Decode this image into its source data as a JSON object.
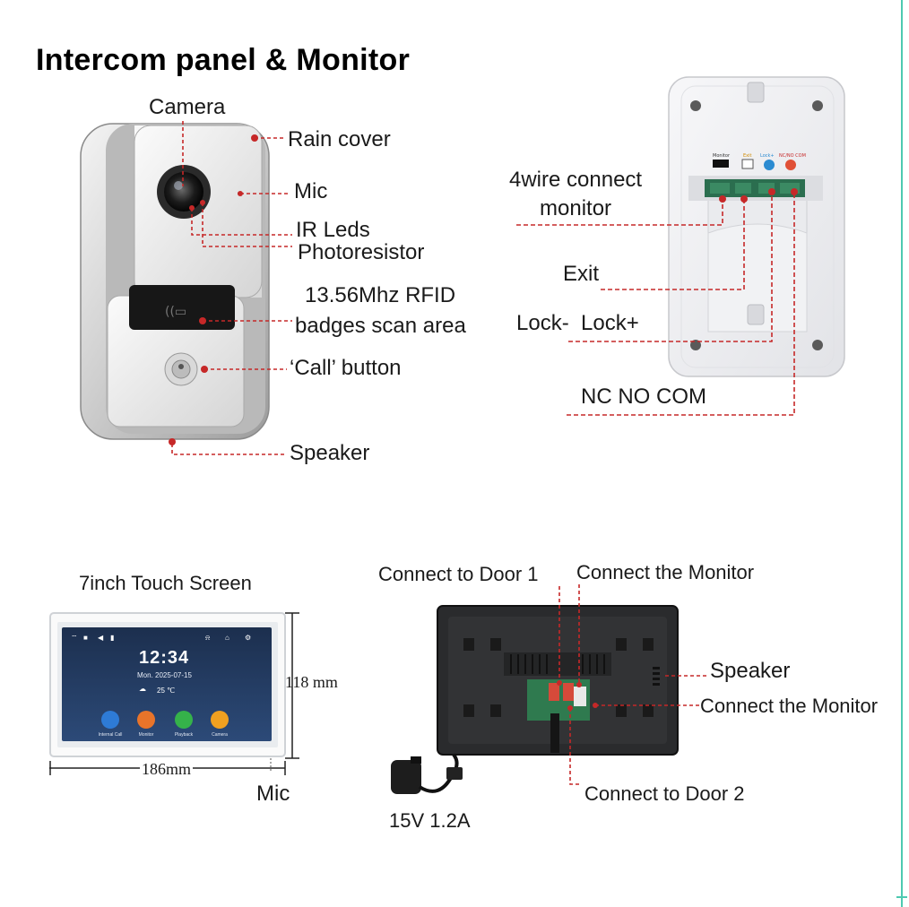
{
  "title": "Intercom panel & Monitor",
  "panel_labels": {
    "camera": "Camera",
    "rain_cover": "Rain cover",
    "mic": "Mic",
    "ir_leds": "IR Leds",
    "photoresistor": "Photoresistor",
    "rfid_line1": "13.56Mhz RFID",
    "rfid_line2": "badges scan area",
    "call_button": "‘Call’ button",
    "speaker": "Speaker"
  },
  "back_labels": {
    "connect_line1": "4wire connect",
    "connect_line2": "monitor",
    "exit": "Exit",
    "lock": "Lock-  Lock+",
    "nc_no_com": "NC NO COM",
    "terminal_monitor": "Monitor",
    "terminal_exit": "Exit",
    "terminal_lock": "Lock+",
    "terminal_nc": "NC/NO COM"
  },
  "monitor_front": {
    "heading": "7inch Touch Screen",
    "height_dim": "118 mm",
    "width_dim": "186mm",
    "mic": "Mic",
    "screen": {
      "time": "12:34",
      "date": "Mon.  2025-07-15",
      "temperature": "25 ℃",
      "apps": [
        "Internal Call",
        "Monitor",
        "Playback",
        "Camera"
      ]
    }
  },
  "monitor_back": {
    "connect_door1": "Connect to Door 1",
    "connect_monitor_top": "Connect the Monitor",
    "speaker": "Speaker",
    "connect_monitor_right": "Connect the Monitor",
    "connect_door2": "Connect to Door 2",
    "power": "15V 1.2A"
  },
  "colors": {
    "leader": "#c62828",
    "accent": "#4ec9b0"
  }
}
